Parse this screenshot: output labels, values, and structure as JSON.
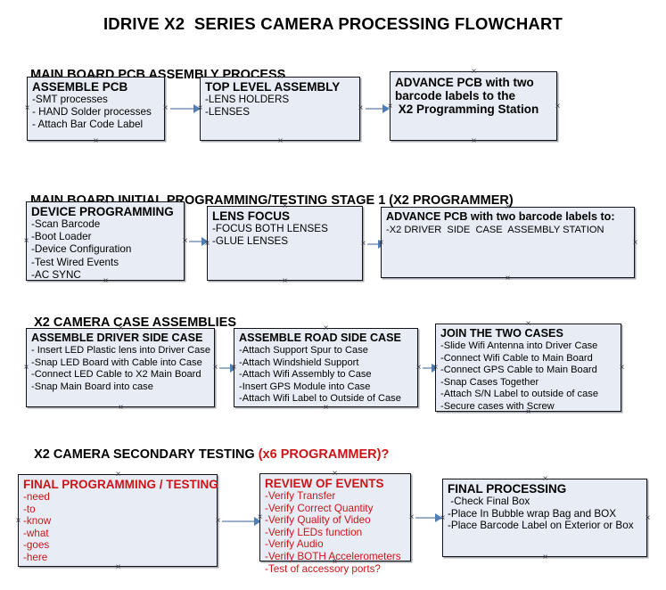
{
  "document": {
    "title": "IDRIVE X2  SERIES CAMERA PROCESSING FLOWCHART"
  },
  "accent_colors": {
    "red": "#cc1418",
    "box_fill": "#e8edf5",
    "box_border": "#111317",
    "connector": "#9bb0c8",
    "arrow": "#4f7fb5"
  },
  "sections": [
    {
      "id": "main-board-pcb",
      "heading": "MAIN BOARD PCB ASSEMBLY PROCESS",
      "heading_accent": "",
      "boxes": [
        {
          "id": "assemble-pcb",
          "title": "ASSEMBLE PCB",
          "lines": [
            "-SMT processes",
            "- HAND Solder processes",
            "- Attach Bar Code Label"
          ]
        },
        {
          "id": "top-level-assembly",
          "title": "TOP LEVEL ASSEMBLY",
          "lines": [
            "-LENS HOLDERS",
            "-LENSES"
          ]
        },
        {
          "id": "advance-pcb-programming-station",
          "title": "ADVANCE PCB with two",
          "title_line2": "barcode labels to the",
          "title_line3": " X2 Programming Station",
          "lines": []
        }
      ]
    },
    {
      "id": "initial-programming",
      "heading": "MAIN BOARD INITIAL PROGRAMMING/TESTING STAGE 1 (X2 PROGRAMMER)",
      "heading_accent": "",
      "boxes": [
        {
          "id": "device-programming",
          "title": "DEVICE PROGRAMMING",
          "lines": [
            "-Scan Barcode",
            "-Boot Loader",
            "-Device Configuration",
            "-Test Wired Events",
            "-AC SYNC"
          ]
        },
        {
          "id": "lens-focus",
          "title": "LENS FOCUS",
          "lines": [
            "-FOCUS BOTH LENSES",
            "-GLUE LENSES"
          ]
        },
        {
          "id": "advance-pcb-driver-side",
          "title": "ADVANCE PCB with two barcode labels to:",
          "lines": [
            "-X2 DRIVER  SIDE  CASE  ASSEMBLY STATION"
          ]
        }
      ]
    },
    {
      "id": "case-assemblies",
      "heading": "X2 CAMERA CASE ASSEMBLIES",
      "heading_accent": "",
      "boxes": [
        {
          "id": "assemble-driver-side-case",
          "title": "ASSEMBLE DRIVER SIDE CASE",
          "lines": [
            "- Insert LED Plastic lens into Driver Case",
            "-Snap LED Board with Cable into Case",
            "-Connect LED Cable to X2 Main Board",
            "-Snap Main Board into case"
          ]
        },
        {
          "id": "assemble-road-side-case",
          "title": "ASSEMBLE ROAD SIDE CASE",
          "lines": [
            "-Attach Support Spur to Case",
            "-Attach Windshield Support",
            "-Attach Wifi Assembly to Case",
            "-Insert GPS Module into Case",
            "-Attach Wifi Label to Outside of Case"
          ]
        },
        {
          "id": "join-the-two-cases",
          "title": "JOIN THE TWO CASES",
          "lines": [
            "-Slide Wifi Antenna into Driver Case",
            "-Connect Wifi Cable to Main Board",
            "-Connect GPS Cable to Main Board",
            "-Snap Cases Together",
            "-Attach S/N Label to outside of case",
            "-Secure cases with Screw"
          ]
        }
      ]
    },
    {
      "id": "secondary-testing",
      "heading": "X2 CAMERA SECONDARY TESTING ",
      "heading_accent": "(x6 PROGRAMMER)?",
      "boxes": [
        {
          "id": "final-programming-testing",
          "title": "FINAL PROGRAMMING / TESTING",
          "lines": [
            "-need",
            "-to",
            "-know",
            "-what",
            "-goes",
            "-here"
          ]
        },
        {
          "id": "review-of-events",
          "title": "REVIEW OF EVENTS",
          "lines": [
            "-Verify Transfer",
            "-Verify Correct Quantity",
            "-Verify Quality of Video",
            "-Verify LEDs function",
            "-Verify Audio",
            "-Verify BOTH Accelerometers",
            "-Test of accessory ports?"
          ]
        },
        {
          "id": "final-processing",
          "title": "FINAL PROCESSING",
          "lines": [
            " -Check Final Box",
            "-Place In Bubble wrap Bag and BOX",
            "-Place Barcode Label on Exterior or Box"
          ]
        }
      ]
    }
  ]
}
